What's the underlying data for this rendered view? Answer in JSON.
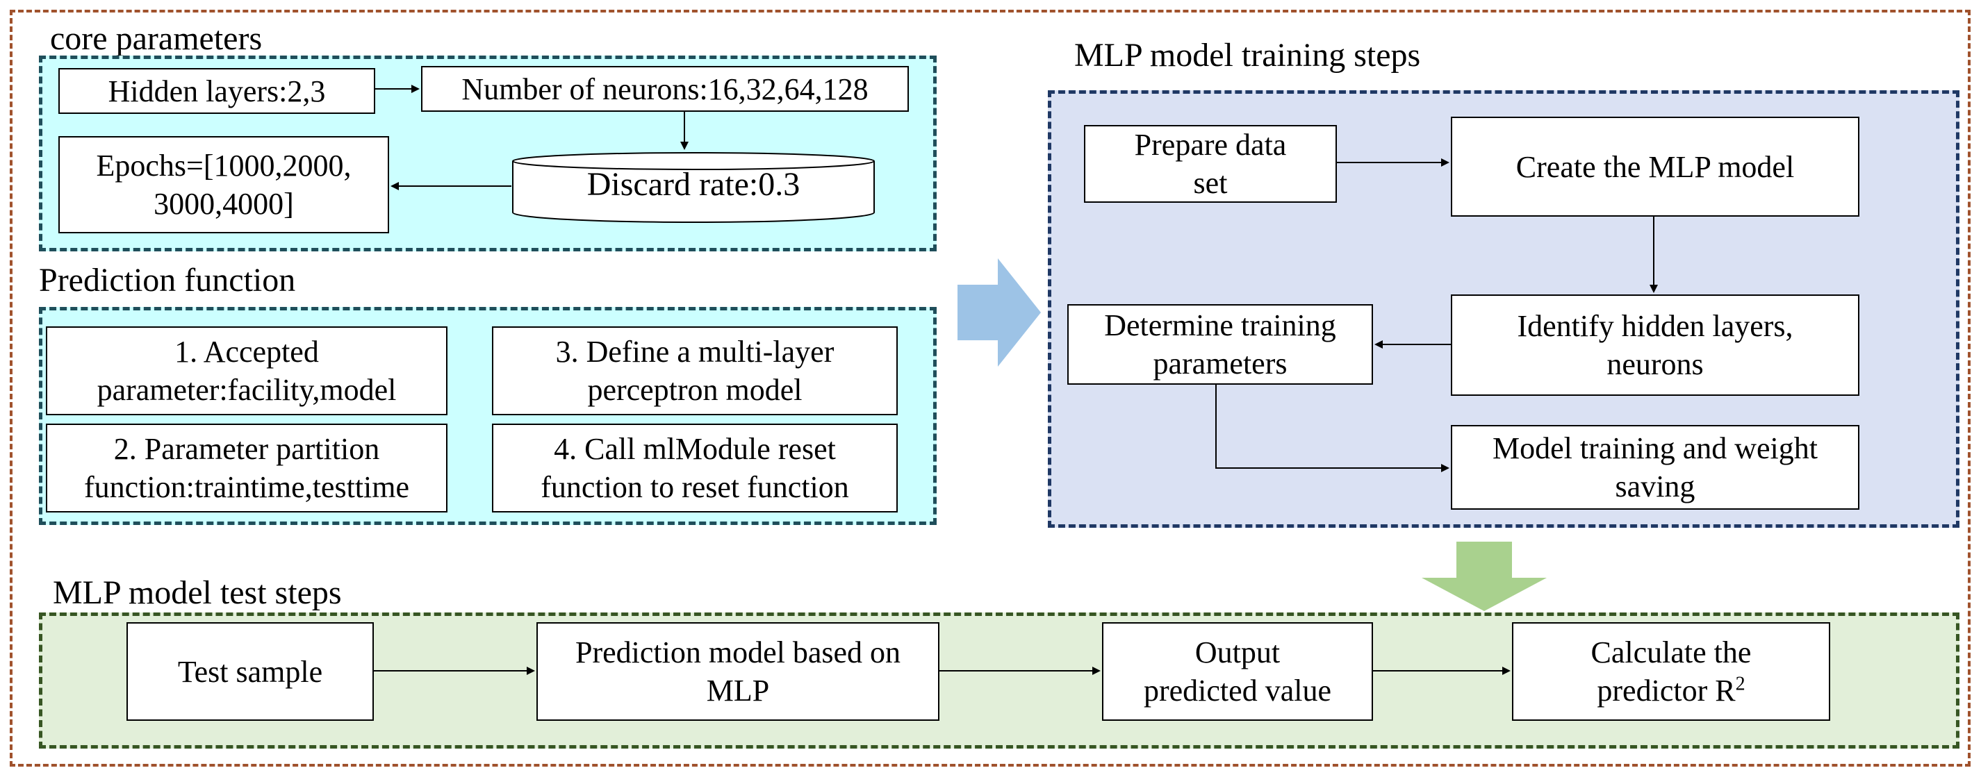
{
  "core": {
    "title": "core parameters",
    "hidden_layers": "Hidden layers:2,3",
    "neurons": "Number of neurons:16,32,64,128",
    "epochs": "Epochs=[1000,2000,\n3000,4000]",
    "discard": "Discard rate:0.3"
  },
  "prediction": {
    "title": "Prediction function",
    "items": [
      "1. Accepted\nparameter:facility,model",
      "3. Define a multi-layer\nperceptron model",
      "2. Parameter partition\nfunction:traintime,testtime",
      "4. Call mlModule reset\nfunction to reset function"
    ]
  },
  "training": {
    "title": "MLP model training steps",
    "prepare": "Prepare data\nset",
    "create": "Create the MLP model",
    "identify": "Identify hidden layers,\nneurons",
    "determine": "Determine training\nparameters",
    "train": "Model training and weight\nsaving"
  },
  "test": {
    "title": "MLP model test steps",
    "sample": "Test sample",
    "model": "Prediction model based on\nMLP",
    "output": "Output\npredicted value",
    "calc_line1": "Calculate the",
    "calc_line2": "predictor R",
    "calc_sup": "2"
  },
  "colors": {
    "outer_border": "#a0522d",
    "cyan_region": "#ccffff",
    "blue_region": "#dae1f3",
    "green_region": "#e2efd9",
    "blue_arrow": "#9dc3e6",
    "green_arrow": "#a9d18e"
  }
}
